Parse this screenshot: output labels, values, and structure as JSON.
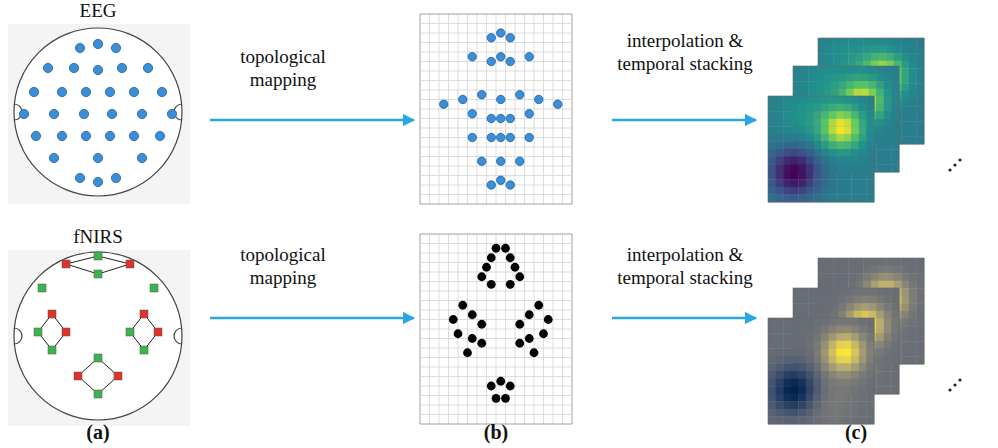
{
  "diagram": {
    "labels": [
      "EEG",
      "topological mapping",
      "interpolation & temporal stacking",
      "fNIRS",
      "topological mapping",
      "interpolation & temporal stacking",
      "(a)",
      "(b)",
      "(c)"
    ]
  }
}
